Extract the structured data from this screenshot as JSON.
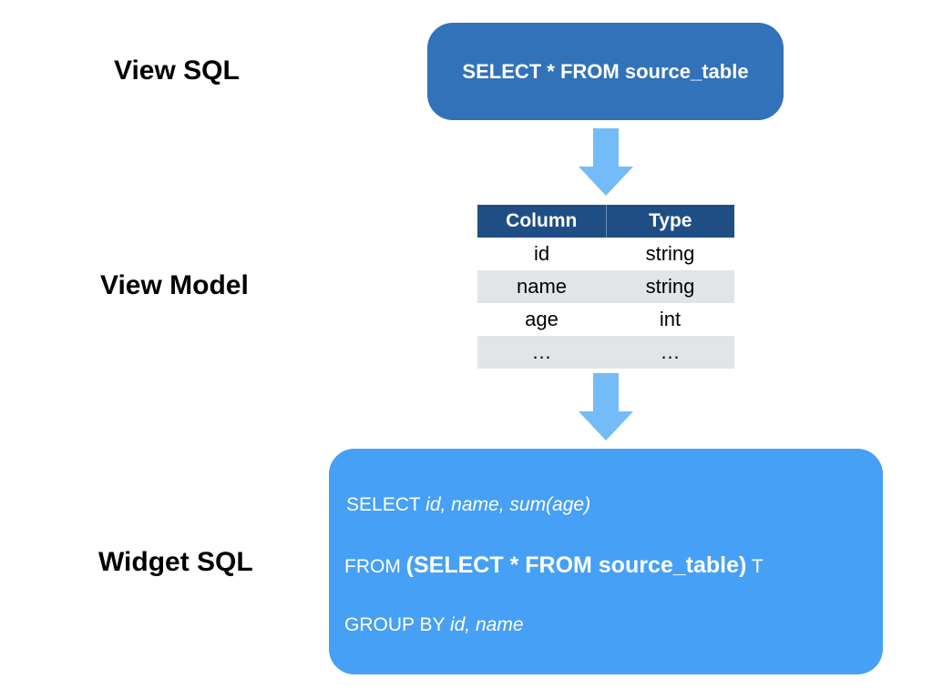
{
  "labels": {
    "view_sql": "View SQL",
    "view_model": "View Model",
    "widget_sql": "Widget SQL"
  },
  "view_sql_box": {
    "text": "SELECT * FROM source_table"
  },
  "view_model_table": {
    "headers": [
      "Column",
      "Type"
    ],
    "rows": [
      [
        "id",
        "string"
      ],
      [
        "name",
        "string"
      ],
      [
        "age",
        "int"
      ],
      [
        "…",
        "…"
      ]
    ]
  },
  "widget_sql_box": {
    "line1": {
      "keyword": "SELECT",
      "fields": "id, name, sum(age)"
    },
    "line2": {
      "keyword": "FROM",
      "subquery": "(SELECT * FROM source_table)",
      "alias": "T"
    },
    "line3": {
      "keyword": "GROUP BY",
      "fields": "id, name"
    }
  },
  "colors": {
    "view_sql_box": "#3272b8",
    "table_header": "#1f4e85",
    "table_alt_row": "#e2e4e8",
    "arrow": "#74bcf7",
    "widget_sql_box": "#46a0f5"
  }
}
